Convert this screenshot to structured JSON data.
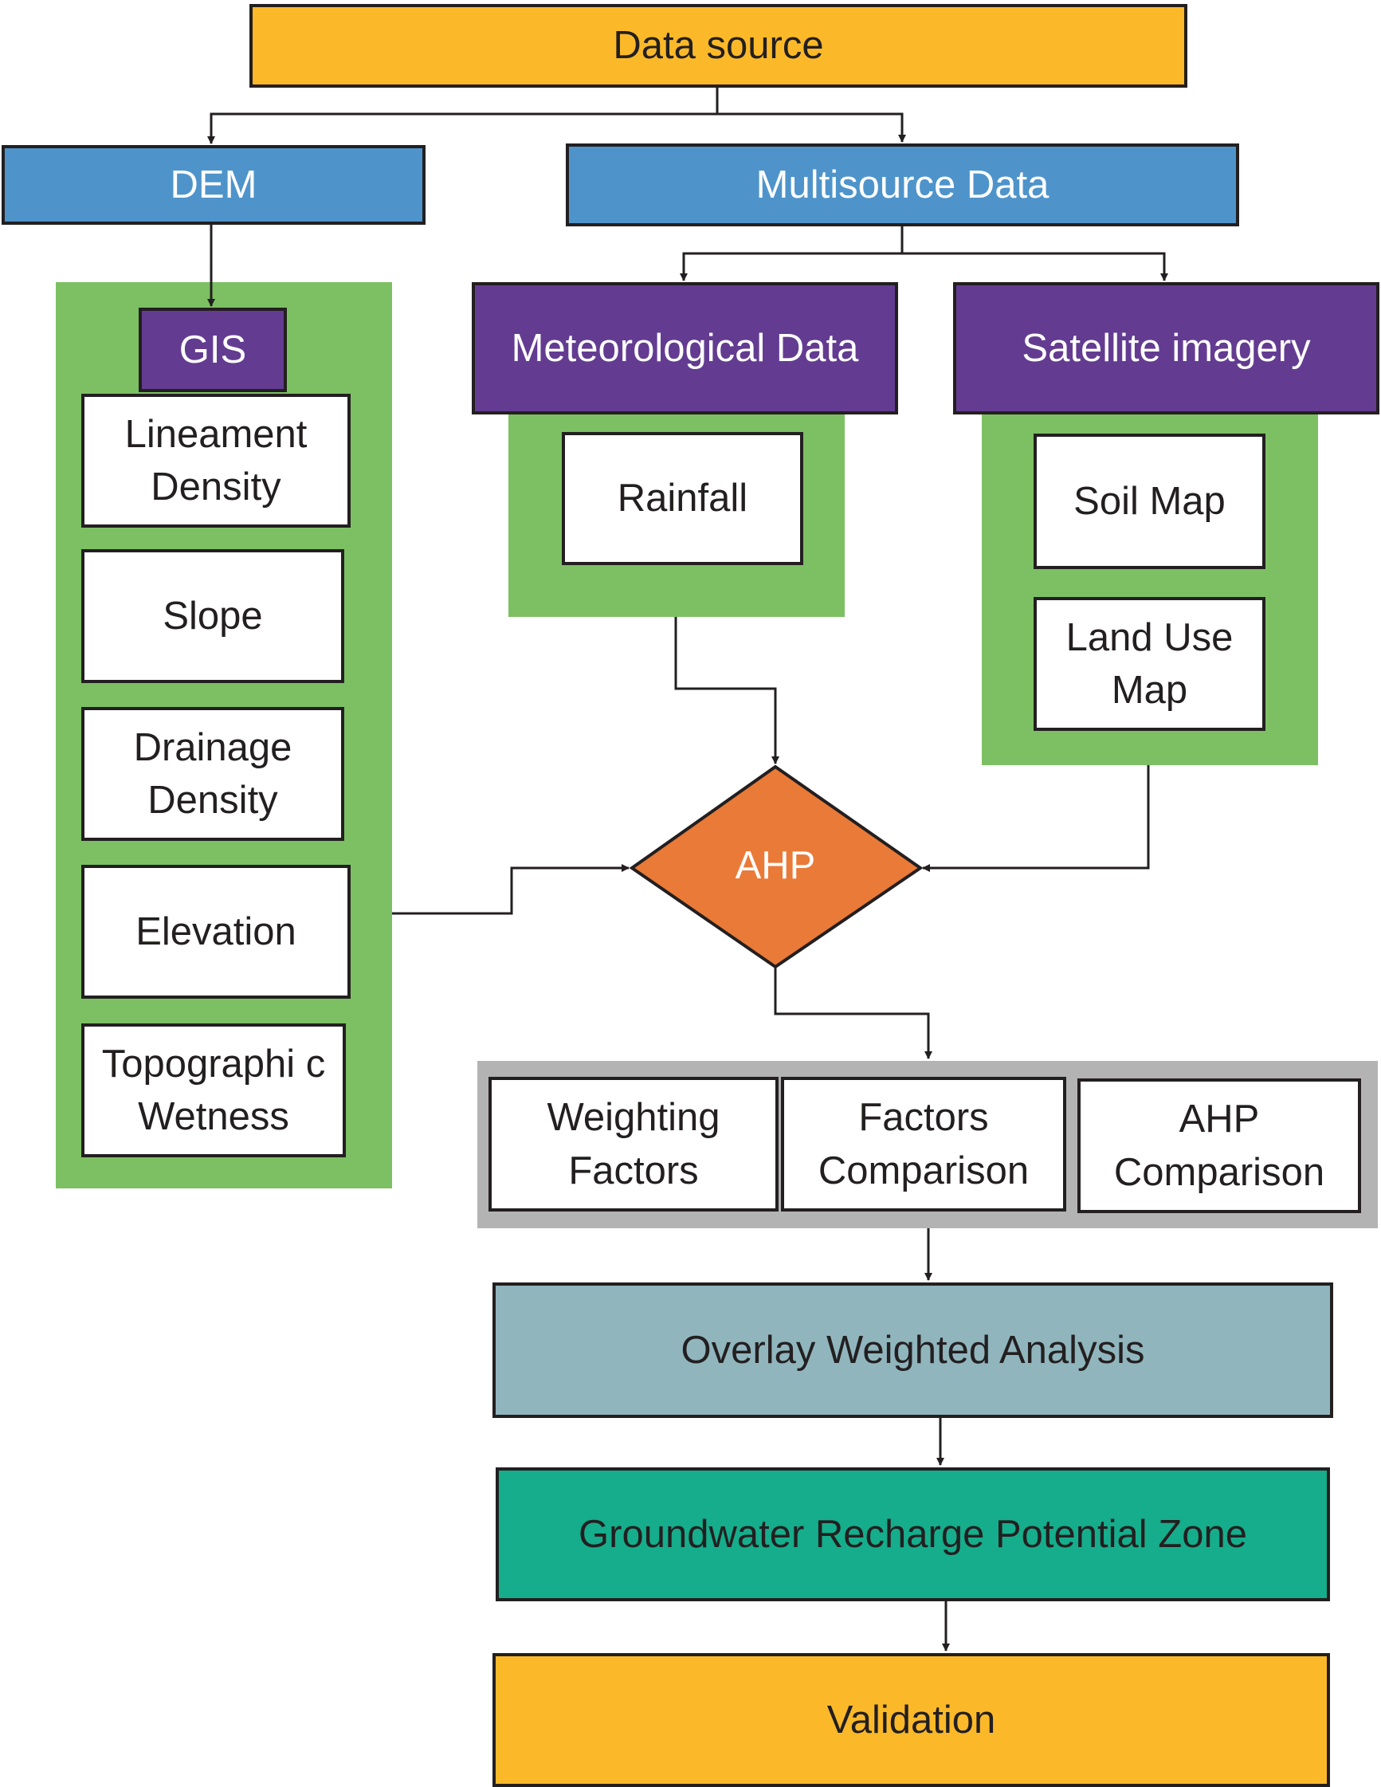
{
  "diagram": {
    "data_source": "Data source",
    "dem": "DEM",
    "multisource": "Multisource Data",
    "gis": {
      "header": "GIS",
      "items": [
        "Lineament Density",
        "Slope",
        "Drainage Density",
        "Elevation",
        "Topographi c Wetness"
      ]
    },
    "meteorological": {
      "header": "Meteorological Data",
      "items": [
        "Rainfall"
      ]
    },
    "satellite": {
      "header": "Satellite imagery",
      "items": [
        "Soil Map",
        "Land Use Map"
      ]
    },
    "ahp": "AHP",
    "ahp_steps": [
      "Weighting Factors",
      "Factors Comparison",
      "AHP Comparison"
    ],
    "overlay": "Overlay Weighted Analysis",
    "groundwater": "Groundwater Recharge Potential Zone",
    "validation": "Validation"
  },
  "colors": {
    "data_source": "#fbb929",
    "dem": "#4e94cb",
    "purple_header": "#633c91",
    "green_panel": "#7cc063",
    "ahp_diamond": "#e97a38",
    "gray_panel": "#b3b3b3",
    "overlay": "#90b5bd",
    "groundwater": "#15ad8b",
    "validation": "#fbb929",
    "line": "#231f20"
  }
}
